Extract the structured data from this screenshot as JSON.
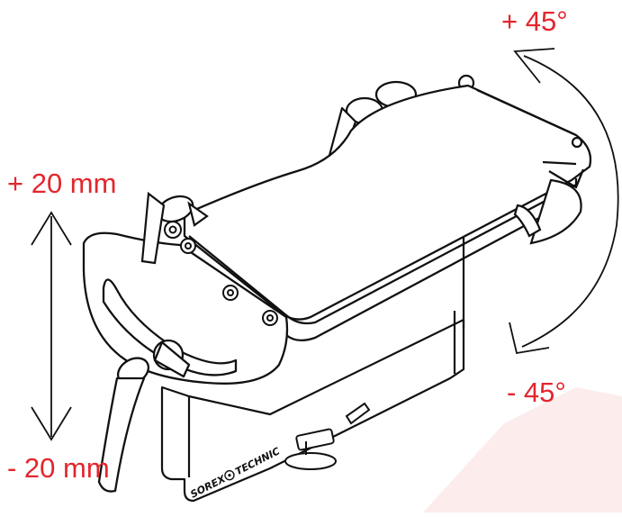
{
  "labels": {
    "tilt_positive": "+ 45°",
    "tilt_negative": "- 45°",
    "height_positive": "+ 20 mm",
    "height_negative": "- 20 mm"
  },
  "brand": {
    "name_left": "SOREX",
    "name_right": "TECHNIC"
  },
  "colors": {
    "annotation": "#e3262d",
    "outline": "#111111",
    "watermark": "#fbe3e3"
  }
}
